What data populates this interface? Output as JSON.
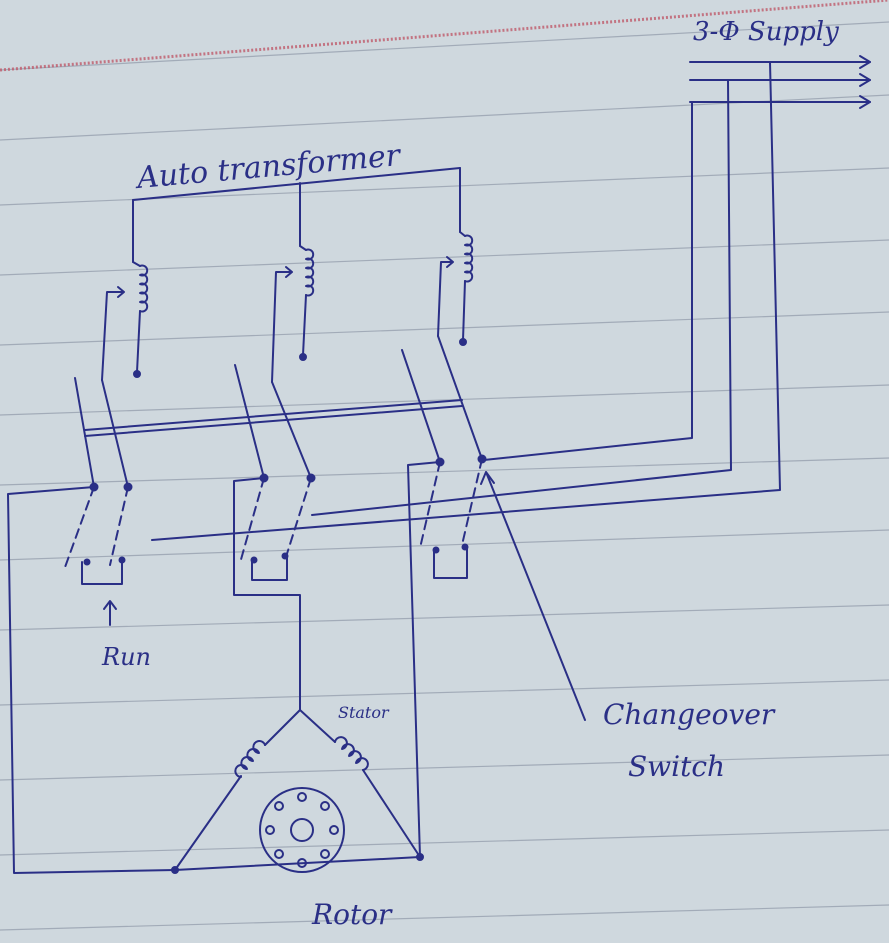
{
  "labels": {
    "supply": "3-Φ Supply",
    "auto_transformer": "Auto transformer",
    "run": "Run",
    "stator": "Stator",
    "changeover_switch_line1": "Changeover",
    "changeover_switch_line2": "Switch",
    "rotor": "Rotor"
  },
  "colors": {
    "paper": "#cfd8de",
    "ruled_line": "#8f99a8",
    "margin": "#c05a6a",
    "ink": "#2a2f86"
  }
}
